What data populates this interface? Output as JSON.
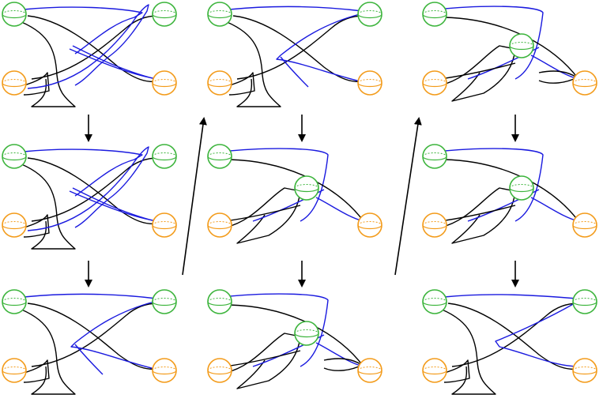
{
  "colors": {
    "green": "#3cb43c",
    "orange": "#f39b1a",
    "blue": "#1a1adf",
    "black": "#000000",
    "background": "#ffffff"
  },
  "panels": [
    {
      "id": "c1-r1",
      "variant": "cross-full"
    },
    {
      "id": "c1-r2",
      "variant": "cross-full"
    },
    {
      "id": "c1-r3",
      "variant": "cross-top"
    },
    {
      "id": "c2-r1",
      "variant": "cross-top"
    },
    {
      "id": "c2-r2",
      "variant": "orb-single"
    },
    {
      "id": "c2-r3",
      "variant": "orb-loop"
    },
    {
      "id": "c3-r1",
      "variant": "orb-loop"
    },
    {
      "id": "c3-r2",
      "variant": "orb-single"
    },
    {
      "id": "c3-r3",
      "variant": "cross-plain"
    }
  ],
  "arrows": [
    {
      "id": "c1-down-1",
      "direction": "down"
    },
    {
      "id": "c1-down-2",
      "direction": "down"
    },
    {
      "id": "c2-down-1",
      "direction": "down"
    },
    {
      "id": "c2-down-2",
      "direction": "down"
    },
    {
      "id": "c3-down-1",
      "direction": "down"
    },
    {
      "id": "c3-down-2",
      "direction": "down"
    },
    {
      "id": "c1-to-c2",
      "direction": "up"
    },
    {
      "id": "c2-to-c3",
      "direction": "up"
    }
  ]
}
